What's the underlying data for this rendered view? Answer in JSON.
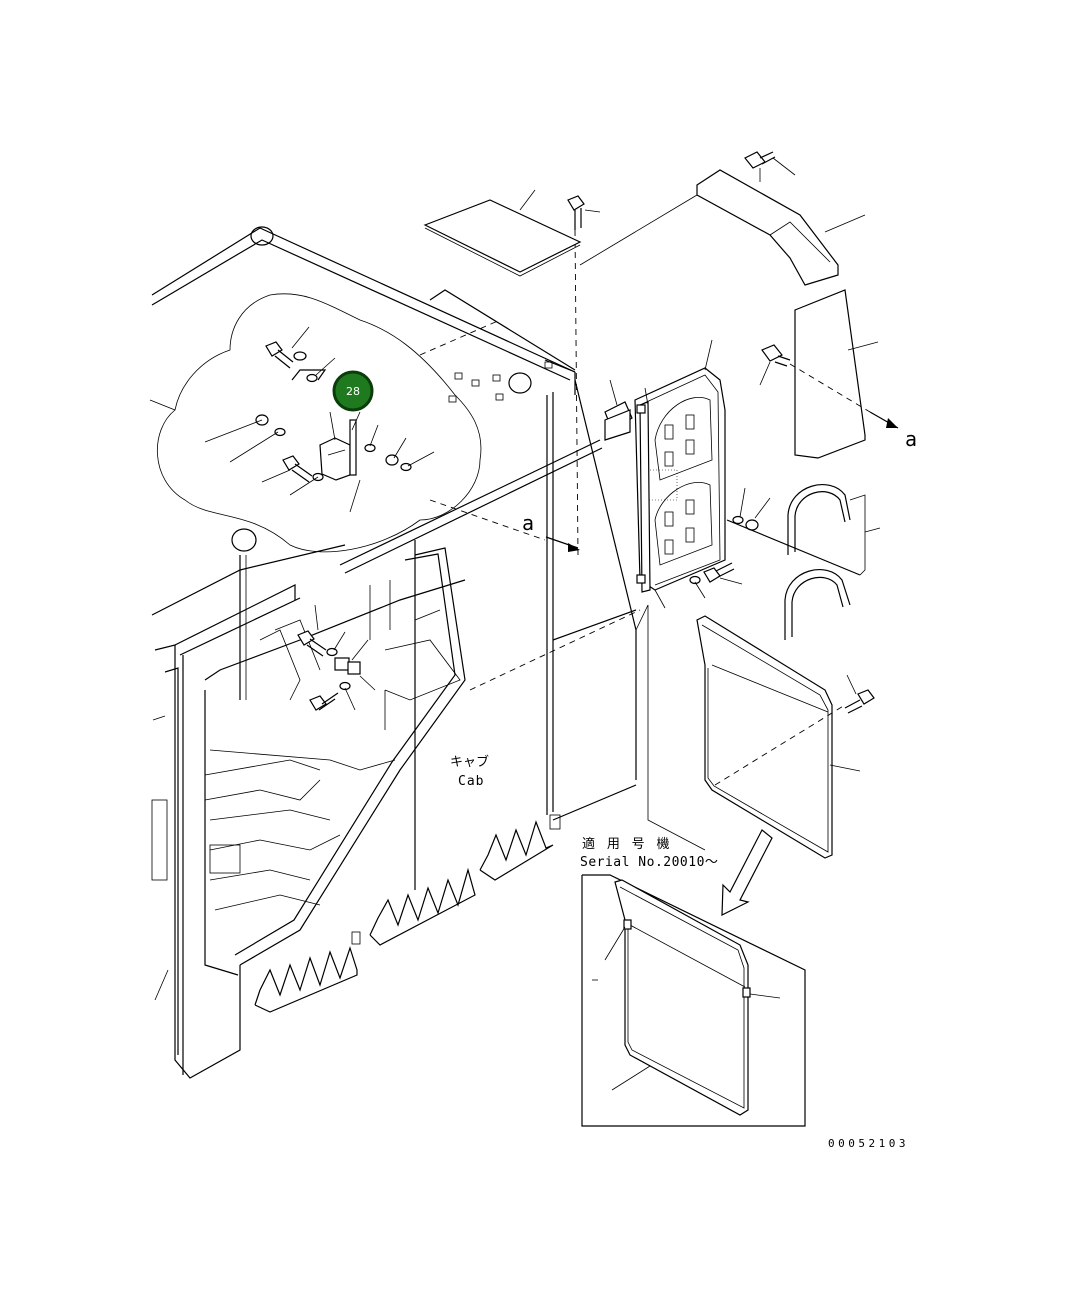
{
  "labels": {
    "cab_jp": "キャブ",
    "cab_en": "Cab",
    "arrow_a_top": "a",
    "arrow_a_mid": "a",
    "serial_jp": "適 用 号 機",
    "serial_en": "Serial No.20010～",
    "drawing_number": "00052103"
  },
  "callouts": [
    {
      "label": "28"
    }
  ],
  "colors": {
    "callout_fill": "#1f7a1f",
    "line": "#000000"
  }
}
